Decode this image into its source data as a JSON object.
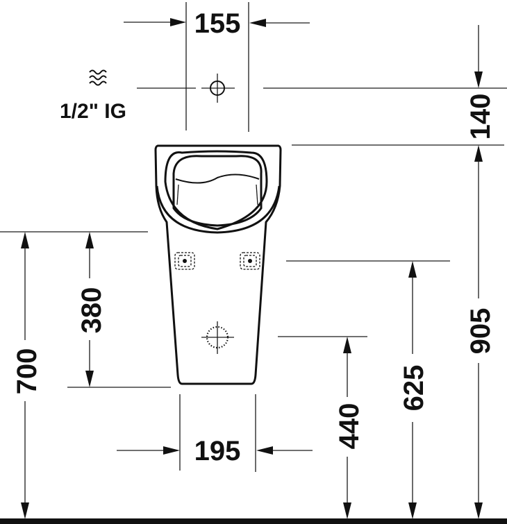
{
  "drawing": {
    "type": "urinal dimension drawing (front view)",
    "units": "mm",
    "supply": {
      "symbol": "water-waves-icon",
      "label": "1/2\" IG"
    },
    "dimensions": {
      "inlet_spacing_width": "155",
      "inlet_to_top": "140",
      "top_height": "905",
      "rim_height": "700",
      "rim_to_bottom": "380",
      "sensor_height": "625",
      "outlet_height": "440",
      "bottom_width": "195"
    }
  }
}
